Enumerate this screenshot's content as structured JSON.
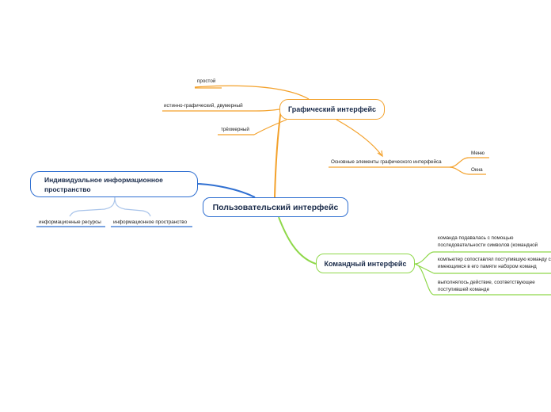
{
  "central": {
    "label": "Пользовательский интерфейс"
  },
  "graphic": {
    "label": "Графический интерфейс",
    "children": [
      "простой",
      "истинно-графический, двумерный",
      "трёхмерный"
    ],
    "elements": {
      "label": "Основные элементы графического интерфейса",
      "children": [
        "Меню",
        "Окна"
      ]
    }
  },
  "individual": {
    "label": "Индивидуальное информационное пространство",
    "children": [
      "информационные ресурсы",
      "информационное пространство"
    ]
  },
  "command": {
    "label": "Командный интерфейс",
    "children": [
      "команда подавалась с помощью последовательности символов (командной строки)",
      "компьютер сопоставлял поступившую команду с имеющимся в его памяти набором команд",
      "выполнялось действие, соответствующее поступившей команде"
    ]
  },
  "colors": {
    "central": "#2f6fd1",
    "graphic": "#f3a12b",
    "command": "#8fd84a",
    "individual": "#2f6fd1",
    "individual_children": "#a9c4ea"
  }
}
